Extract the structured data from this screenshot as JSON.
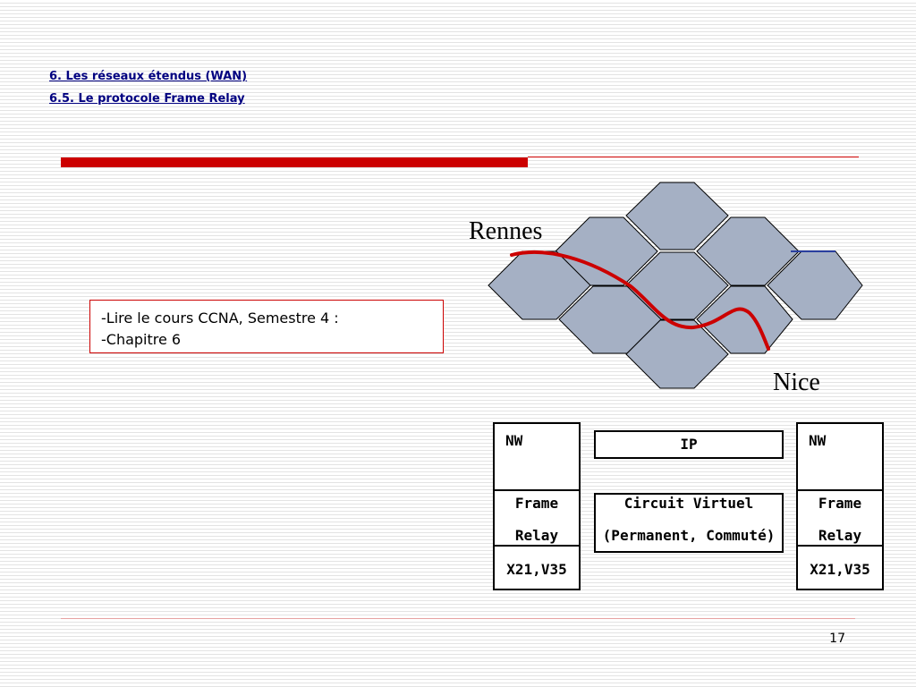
{
  "headings": {
    "line1": "6. Les réseaux étendus (WAN)",
    "line2": "6.5. Le protocole Frame Relay"
  },
  "note": {
    "lines": [
      "-Lire le cours CCNA, Semestre 4 :",
      "-Chapitre 6"
    ]
  },
  "network": {
    "city_from": "Rennes",
    "city_to": "Nice",
    "hex_fill": "#a5b0c4",
    "path_color": "#cc0000"
  },
  "stacks": {
    "left": {
      "nw": "NW",
      "frame1": "Frame",
      "frame2": "Relay",
      "phys": "X21,V35"
    },
    "right": {
      "nw": "NW",
      "frame1": "Frame",
      "frame2": "Relay",
      "phys": "X21,V35"
    }
  },
  "middle": {
    "ip": "IP",
    "circuit1": "Circuit Virtuel",
    "circuit2": "(Permanent, Commuté)"
  },
  "colors": {
    "accent_red": "#cc0000",
    "heading_blue": "#000080"
  },
  "page_number": "17"
}
